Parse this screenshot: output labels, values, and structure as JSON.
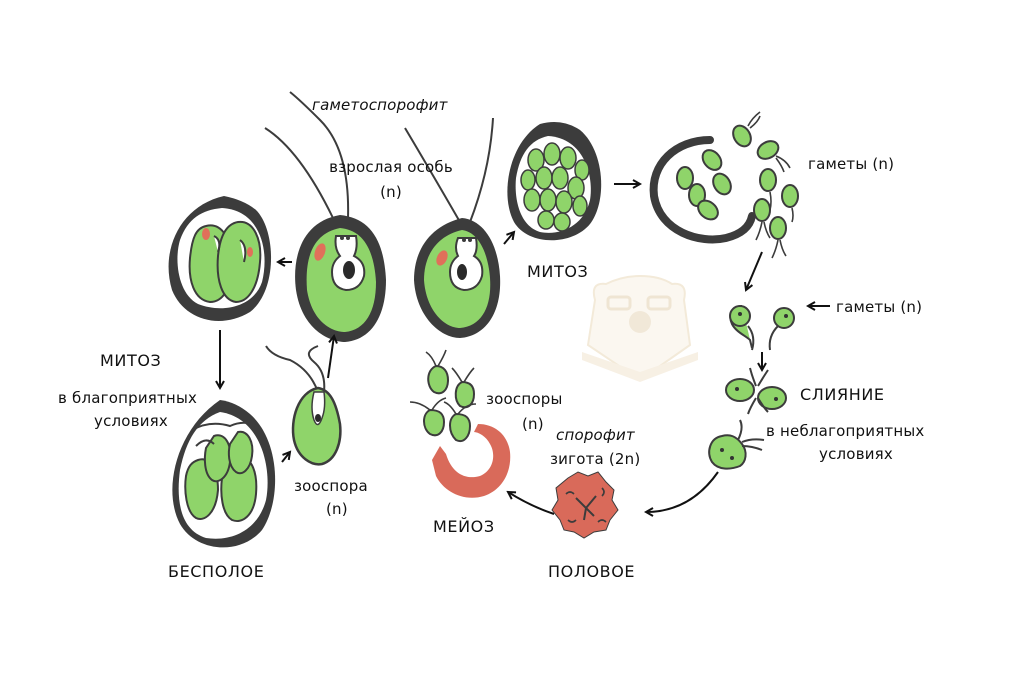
{
  "diagram": {
    "topic": "Chlamydomonas life cycle",
    "colors": {
      "cell_green": "#8fd46a",
      "wall_dark": "#3c3c3c",
      "eyespot_red": "#e0705a",
      "zygote_red": "#d96a5a",
      "arrow": "#111111",
      "watermark": "#f6efe2"
    },
    "labels": {
      "gametosporophyte": "гаметоспорофит",
      "adult_line1": "взрослая особь",
      "adult_line2": "(n)",
      "mitosis_top": "МИТОЗ",
      "gametes_top": "гаметы (n)",
      "gametes_mid": "гаметы (n)",
      "fusion": "СЛИЯНИЕ",
      "unfavorable_line1": "в неблагоприятных",
      "unfavorable_line2": "условиях",
      "mitosis_left": "МИТОЗ",
      "favorable_line1": "в благоприятных",
      "favorable_line2": "условиях",
      "zoospore_line1": "зооспора",
      "zoospore_line2": "(n)",
      "zoospores_line1": "зооспоры",
      "zoospores_line2": "(n)",
      "sporophyte": "спорофит",
      "zygote": "зигота (2n)",
      "meiosis": "МЕЙОЗ",
      "asexual": "БЕСПОЛОЕ",
      "sexual": "ПОЛОВОЕ"
    },
    "icons": {
      "watermark": "bear-with-glasses-book-logo"
    }
  }
}
